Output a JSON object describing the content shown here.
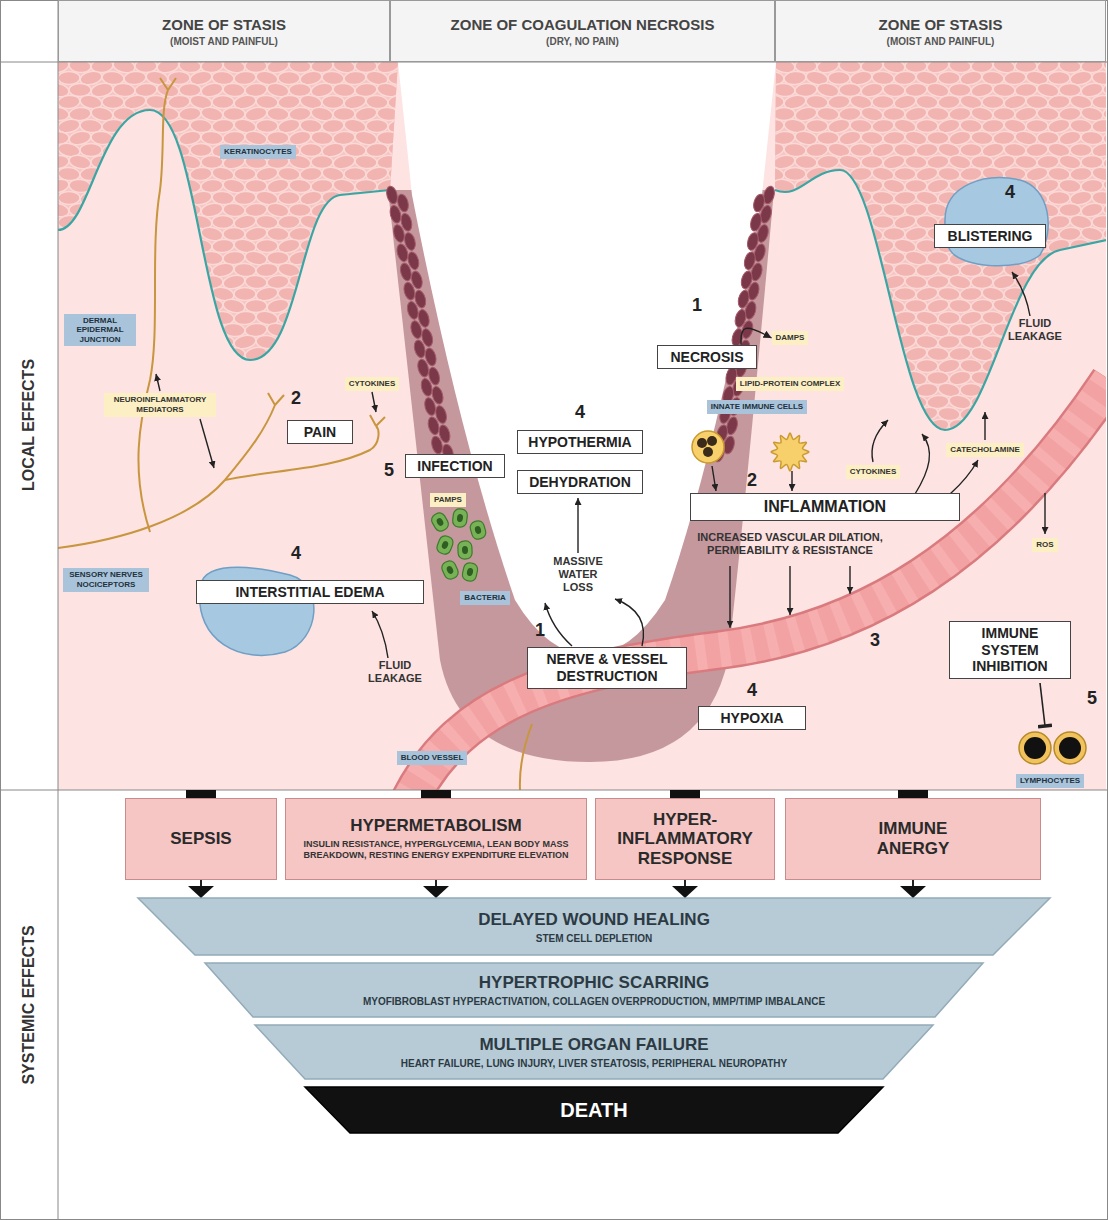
{
  "diagram": {
    "nodes": [
      {
        "text": [
          "ZONE OF STASIS",
          "(MOIST AND PAINFUL)"
        ]
      },
      {
        "text": [
          "ZONE OF COAGULATION NECROSIS",
          "(DRY, NO PAIN)"
        ]
      },
      {
        "text": [
          "ZONE OF STASIS",
          "(MOIST AND PAINFUL)"
        ]
      },
      {
        "text": [
          "KERATINOCYTES"
        ]
      },
      {
        "text": [
          "DERMAL EPIDERMAL JUNCTION"
        ]
      },
      {
        "text": [
          "NEUROINFLAMMATORY MEDIATORS"
        ]
      },
      {
        "text": [
          "CYTOKINES"
        ]
      },
      {
        "text": [
          "PAIN"
        ]
      },
      {
        "text": [
          "SENSORY NERVES NOCICEPTORS"
        ]
      },
      {
        "text": [
          "INTERSTITIAL EDEMA"
        ]
      },
      {
        "text": [
          "INFECTION"
        ]
      },
      {
        "text": [
          "PAMPS"
        ]
      },
      {
        "text": [
          "BACTERIA"
        ]
      },
      {
        "text": [
          "HYPOTHERMIA"
        ]
      },
      {
        "text": [
          "DEHYDRATION"
        ]
      },
      {
        "text": [
          "NERVE & VESSEL DESTRUCTION"
        ]
      },
      {
        "text": [
          "BLOOD VESSEL"
        ]
      },
      {
        "text": [
          "NECROSIS"
        ]
      },
      {
        "text": [
          "DAMPS"
        ]
      },
      {
        "text": [
          "LIPID-PROTEIN COMPLEX"
        ]
      },
      {
        "text": [
          "INNATE IMMUNE CELLS"
        ]
      },
      {
        "text": [
          "CYTOKINES"
        ]
      },
      {
        "text": [
          "CATECHOLAMINE"
        ]
      },
      {
        "text": [
          "INFLAMMATION"
        ]
      },
      {
        "text": [
          "ROS"
        ]
      },
      {
        "text": [
          "BLISTERING"
        ]
      },
      {
        "text": [
          "IMMUNE SYSTEM INHIBITION"
        ]
      },
      {
        "text": [
          "HYPOXIA"
        ]
      },
      {
        "text": [
          "LYMPHOCYTES"
        ]
      },
      {
        "text": [
          "SEPSIS"
        ]
      },
      {
        "text": [
          "HYPERMETABOLISM",
          "INSULIN RESISTANCE, HYPERGLYCEMIA, LEAN BODY MASS BREAKDOWN, RESTING ENERGY EXPENDITURE ELEVATION"
        ]
      },
      {
        "text": [
          "HYPER- INFLAMMATORY RESPONSE"
        ]
      },
      {
        "text": [
          "IMMUNE ANERGY"
        ]
      },
      {
        "text": [
          "DELAYED WOUND HEALING",
          "STEM CELL DEPLETION"
        ]
      },
      {
        "text": [
          "HYPERTROPHIC SCARRING",
          "MYOFIBROBLAST HYPERACTIVATION, COLLAGEN OVERPRODUCTION, MMP/TIMP IMBALANCE"
        ]
      },
      {
        "text": [
          "MULTIPLE ORGAN FAILURE",
          "HEART FAILURE, LUNG INJURY, LIVER STEATOSIS, PERIPHERAL NEUROPATHY"
        ]
      },
      {
        "text": [
          "DEATH"
        ]
      }
    ],
    "edges": [
      {
        "from": 17,
        "to": 18,
        "arrow": "to"
      },
      {
        "from": 29,
        "to": 33,
        "arrow": "to"
      },
      {
        "from": 30,
        "to": 33,
        "arrow": "to"
      },
      {
        "from": 31,
        "to": 33,
        "arrow": "to"
      },
      {
        "from": 32,
        "to": 33,
        "arrow": "to"
      }
    ],
    "labels": [
      "LOCAL EFFECTS",
      "1",
      "2",
      "4",
      "5",
      "4",
      "1",
      "2",
      "3",
      "4",
      "5",
      "4",
      "MASSIVE WATER LOSS",
      "INCREASED VASCULAR DILATION, PERMEABILITY & RESISTANCE",
      "FLUID LEAKAGE",
      "FLUID LEAKAGE",
      "SYSTEMIC EFFECTS"
    ]
  }
}
